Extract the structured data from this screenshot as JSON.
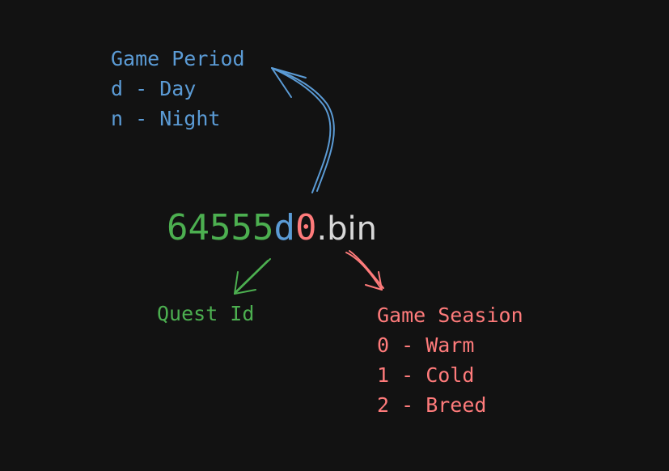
{
  "filename": {
    "quest_id": "64555",
    "period": "d",
    "season": "0",
    "extension": ".bin"
  },
  "game_period": {
    "title": "Game Period",
    "options": [
      "d - Day",
      "n - Night"
    ]
  },
  "quest_id": {
    "title": "Quest Id"
  },
  "game_season": {
    "title": "Game Seasion",
    "options": [
      "0 - Warm",
      "1 - Cold",
      "2 - Breed"
    ]
  },
  "colors": {
    "background": "#121212",
    "period": "#5b9bd5",
    "quest_id": "#4caf50",
    "season": "#ff7b7b",
    "extension": "#d8d8d8"
  }
}
